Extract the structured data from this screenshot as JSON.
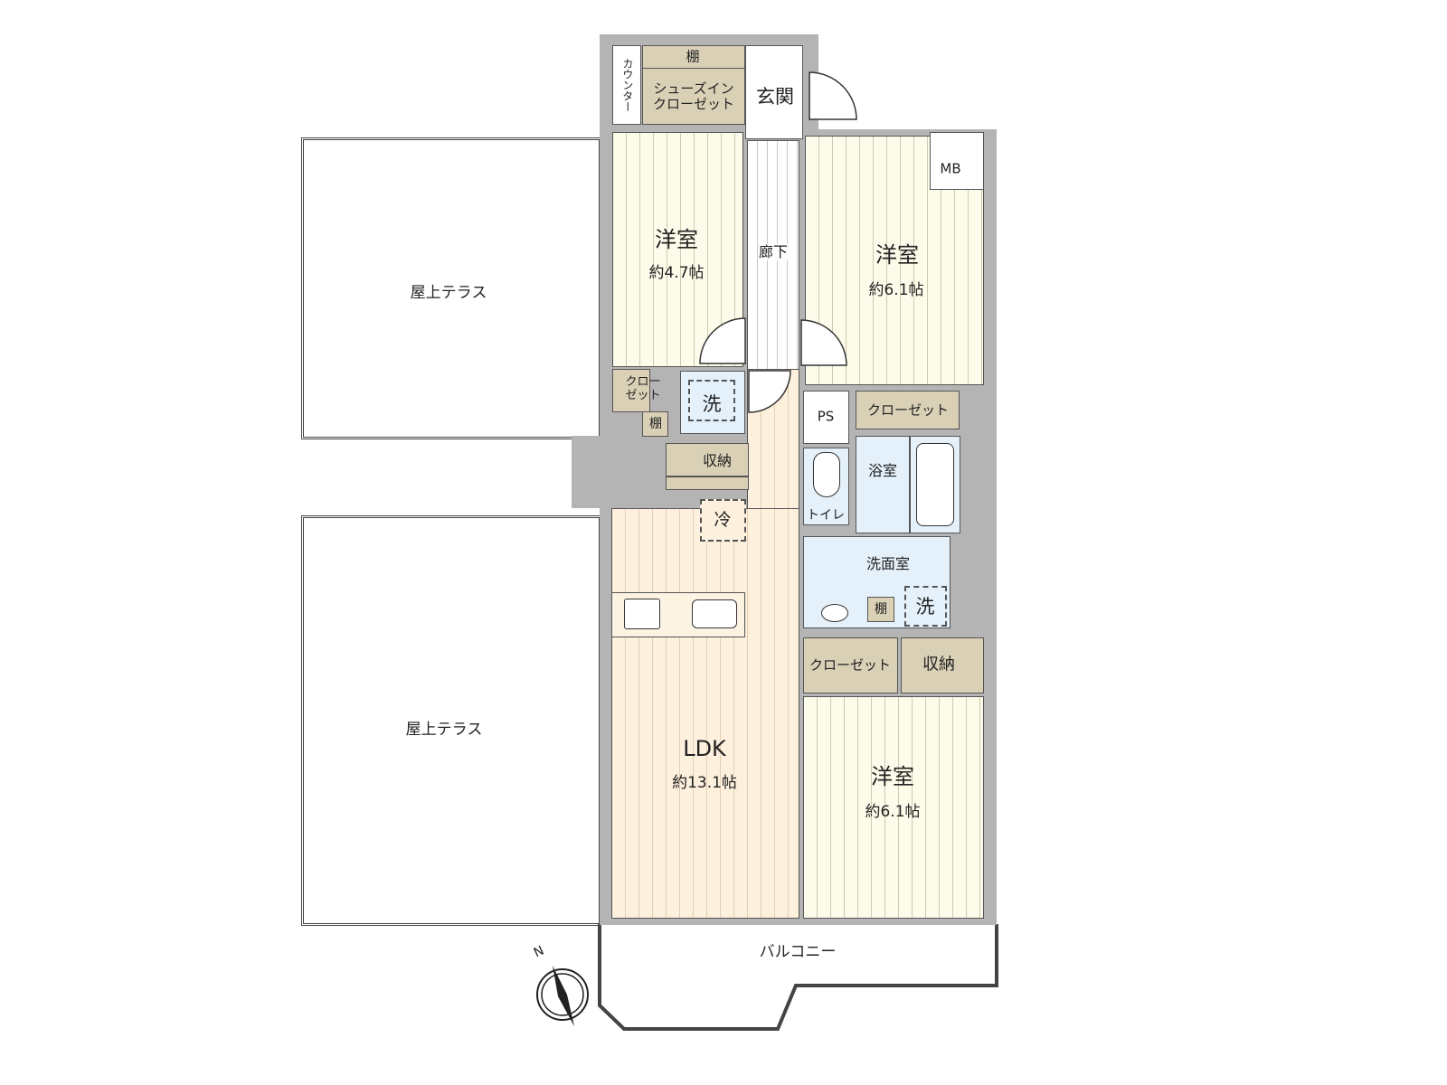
{
  "rooms": {
    "entrance": "玄関",
    "counter": "カウンター",
    "shelf_top": "棚",
    "shoes_closet": "シューズイン\nクローゼット",
    "mb": "MB",
    "western_1": {
      "name": "洋室",
      "size": "約4.7帖"
    },
    "corridor": "廊下",
    "western_2": {
      "name": "洋室",
      "size": "約6.1帖"
    },
    "closet_small": "クロー\nゼット",
    "shelf_small": "棚",
    "washer_1": "洗",
    "storage_1": "収納",
    "fridge": "冷",
    "ps": "PS",
    "closet_2": "クローゼット",
    "bath": "浴室",
    "toilet": "トイレ",
    "washroom": "洗面室",
    "shelf_wash": "棚",
    "washer_2": "洗",
    "closet_3": "クローゼット",
    "storage_2": "収納",
    "ldk": {
      "name": "LDK",
      "size": "約13.1帖"
    },
    "western_3": {
      "name": "洋室",
      "size": "約6.1帖"
    },
    "terrace_upper": "屋上テラス",
    "terrace_lower": "屋上テラス",
    "balcony": "バルコニー"
  },
  "compass": {
    "label": "N"
  },
  "colors": {
    "wall": "#b4b4b4",
    "closet": "#d9d0b6",
    "room": "#fdfbea",
    "ldk": "#fdf0dd",
    "wet": "#e4f1fb"
  }
}
